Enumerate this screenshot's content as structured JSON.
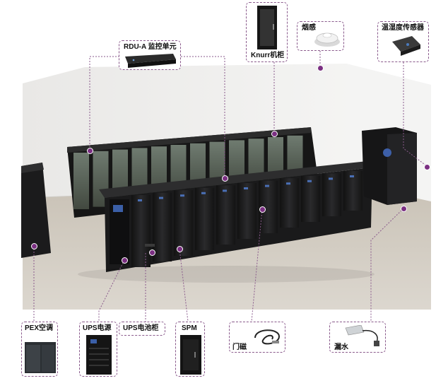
{
  "labels": {
    "rdu": "RDU-A 监控单元",
    "knurr": "Knurr机柜",
    "smoke": "烟感",
    "th_sensor": "温湿度传感器",
    "pex": "PEX空调",
    "ups": "UPS电源",
    "battery": "UPS电池柜",
    "spm": "SPM",
    "door": "门磁",
    "leak": "漏水"
  },
  "colors": {
    "leader": "#8a5a8c",
    "dot": "#7b2f82",
    "cabinet": "#1c1c1e",
    "room_wall": "#f0efee",
    "room_floor": "#cfc9bf"
  }
}
